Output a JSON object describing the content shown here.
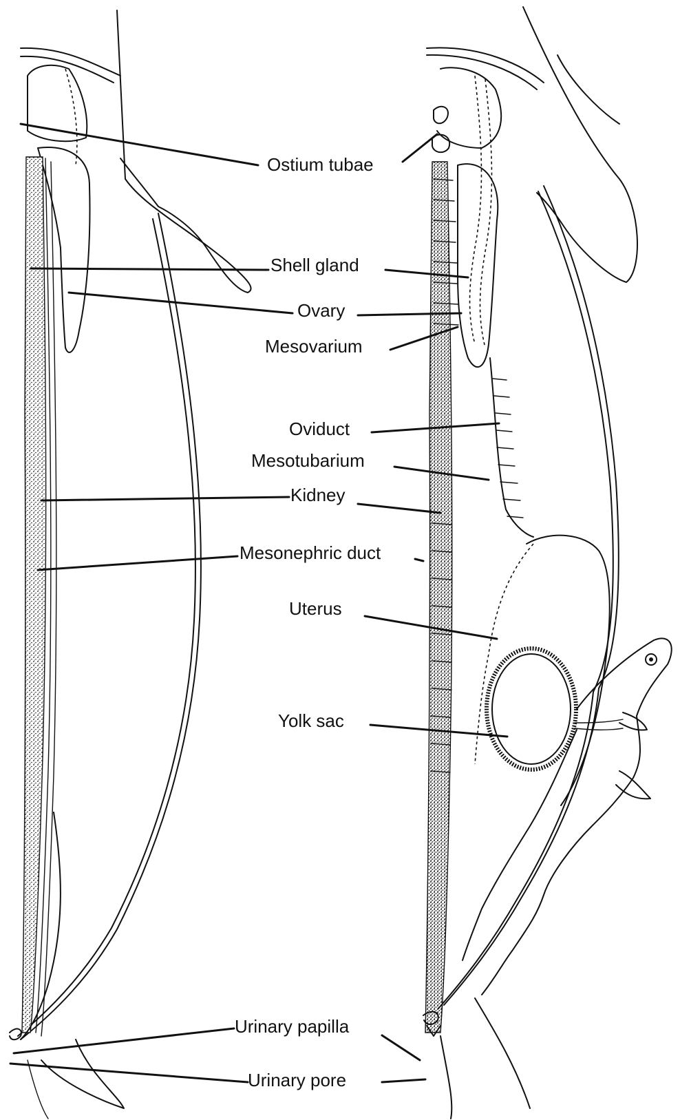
{
  "diagram": {
    "labels": {
      "ostium_tubae": "Ostium tubae",
      "shell_gland": "Shell gland",
      "ovary": "Ovary",
      "mesovarium": "Mesovarium",
      "oviduct": "Oviduct",
      "mesotubarium": "Mesotubarium",
      "kidney": "Kidney",
      "mesonephric_duct": "Mesonephric duct",
      "uterus": "Uterus",
      "yolk_sac": "Yolk sac",
      "urinary_papilla": "Urinary papilla",
      "urinary_pore": "Urinary pore"
    },
    "colors": {
      "ink": "#111111",
      "background": "#ffffff"
    }
  }
}
